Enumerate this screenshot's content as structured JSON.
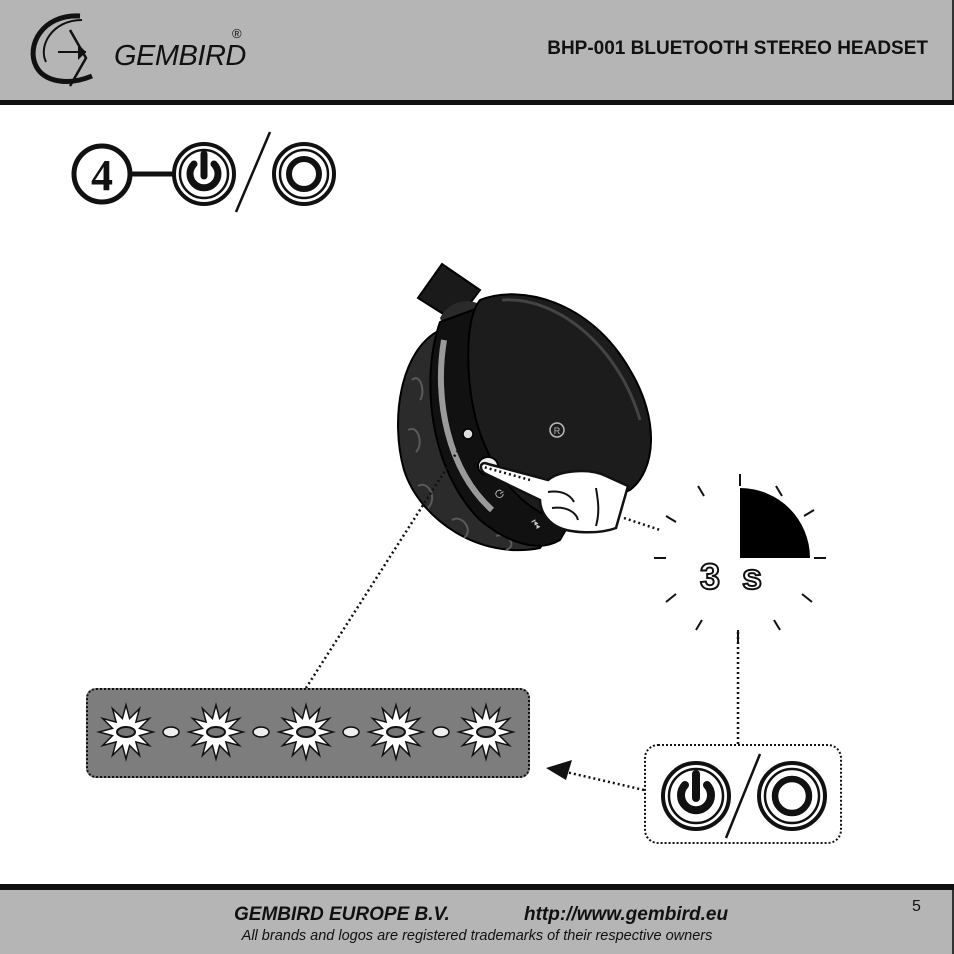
{
  "header": {
    "logo_text": "GEMBIRD",
    "logo_reg": "®",
    "title": "BHP-001 BLUETOOTH STEREO HEADSET"
  },
  "step": {
    "number": "4",
    "icons": [
      "power-icon",
      "power-off-icon"
    ]
  },
  "timer": {
    "label": "3 s"
  },
  "led_panel": {
    "pattern": [
      "flash",
      "off",
      "flash",
      "off",
      "flash",
      "off",
      "flash",
      "off",
      "flash"
    ]
  },
  "footer": {
    "company": "GEMBIRD EUROPE B.V.",
    "url": "http://www.gembird.eu",
    "note": "All brands and logos are registered trademarks of their respective owners",
    "page_number": "5"
  },
  "colors": {
    "band": "#b5b5b5",
    "rule": "#111111",
    "led_panel": "#7d7d7d"
  }
}
